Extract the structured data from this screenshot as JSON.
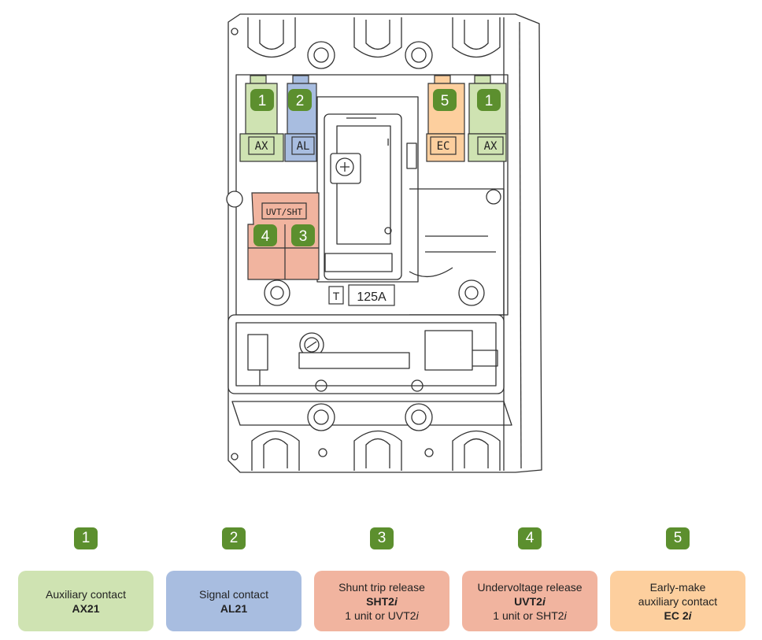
{
  "device": {
    "labels": {
      "ax": "AX",
      "al": "AL",
      "ec": "EC",
      "uvt_sht": "UVT/SHT",
      "rating": "125A",
      "test": "T",
      "on": "I"
    },
    "badges": [
      "1",
      "2",
      "5",
      "1",
      "4",
      "3"
    ]
  },
  "legend": [
    {
      "number": "1",
      "line1": "Auxiliary contact",
      "code": "AX21",
      "color": "#cfe3b2"
    },
    {
      "number": "2",
      "line1": "Signal contact",
      "code": "AL21",
      "color": "#a8bde0"
    },
    {
      "number": "3",
      "line1": "Shunt trip release",
      "code_prefix": "SHT2",
      "code_suffix": "i",
      "note_prefix": "1 unit or UVT2",
      "note_suffix": "i",
      "color": "#f1b49f"
    },
    {
      "number": "4",
      "line1": "Undervoltage release",
      "code_prefix": "UVT2",
      "code_suffix": "i",
      "note_prefix": "1 unit or SHT2",
      "note_suffix": "i",
      "color": "#f1b49f"
    },
    {
      "number": "5",
      "line1": "Early-make",
      "line2": "auxiliary contact",
      "code_prefix": "EC 2",
      "code_suffix": "i",
      "color": "#fdcf9e"
    }
  ],
  "colors": {
    "badge": "#5c8f2e",
    "green": "#cfe3b2",
    "blue": "#a8bde0",
    "salmon": "#f1b49f",
    "orange": "#fdcf9e"
  }
}
